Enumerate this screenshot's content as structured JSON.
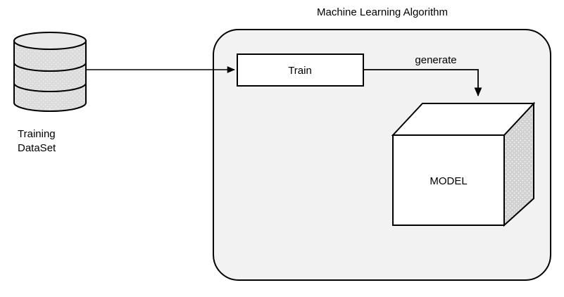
{
  "diagram": {
    "type": "flow-diagram",
    "title": "Machine Learning Algorithm",
    "background_color": "#ffffff",
    "container": {
      "label": "Machine Learning Algorithm",
      "shape": "rounded-rectangle",
      "fill": "#f2f2f2",
      "stroke": "#000000"
    },
    "nodes": {
      "datastore": {
        "shape": "cylinder-database",
        "caption_line1": "Training",
        "caption_line2": "DataSet",
        "fill": "#dcdcdc",
        "stroke": "#000000",
        "sections": 3
      },
      "train": {
        "label": "Train",
        "shape": "rectangle",
        "fill": "#ffffff",
        "stroke": "#000000"
      },
      "model": {
        "label": "MODEL",
        "shape": "cube-3d",
        "front_fill": "#ffffff",
        "top_fill": "#ffffff",
        "side_fill": "#d0d0d0",
        "stroke": "#000000"
      }
    },
    "edges": [
      {
        "label": "",
        "from": "datastore",
        "to": "train",
        "style": "straight-arrow",
        "color": "#000000"
      },
      {
        "label": "generate",
        "from": "train",
        "to": "model",
        "style": "elbow-arrow",
        "color": "#000000"
      }
    ]
  }
}
